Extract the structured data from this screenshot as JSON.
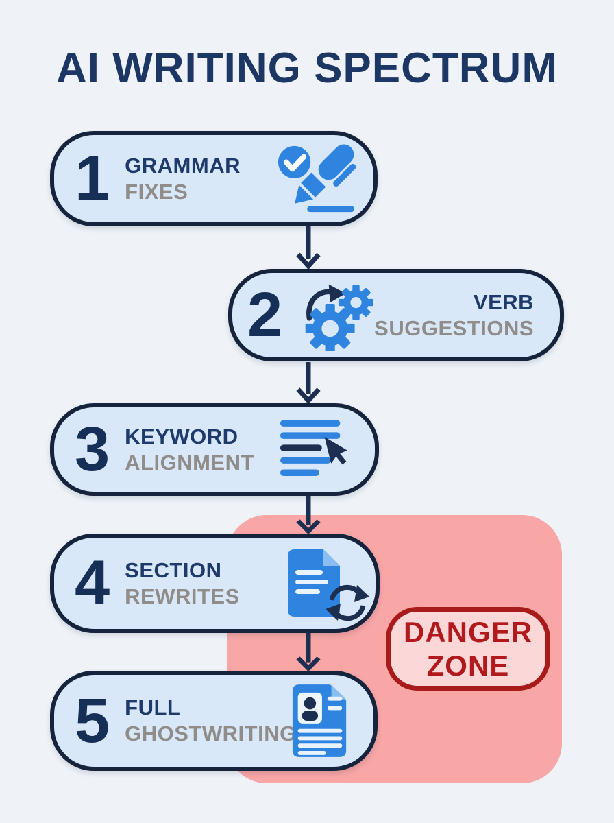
{
  "title": "AI WRITING SPECTRUM",
  "steps": [
    {
      "number": "1",
      "label_primary": "GRAMMAR",
      "label_secondary": "FIXES",
      "icon": "pen-check-icon"
    },
    {
      "number": "2",
      "label_primary": "VERB",
      "label_secondary": "SUGGESTIONS",
      "icon": "gears-icon"
    },
    {
      "number": "3",
      "label_primary": "KEYWORD",
      "label_secondary": "ALIGNMENT",
      "icon": "text-lines-cursor-icon"
    },
    {
      "number": "4",
      "label_primary": "SECTION",
      "label_secondary": "REWRITES",
      "icon": "document-refresh-icon"
    },
    {
      "number": "5",
      "label_primary": "FULL",
      "label_secondary": "GHOSTWRITING",
      "icon": "resume-document-icon"
    }
  ],
  "danger_zone": {
    "line1": "DANGER",
    "line2": "ZONE"
  },
  "colors": {
    "background": "#eff3f8",
    "box_fill": "#d9e8f8",
    "box_border": "#16233d",
    "title_navy": "#1d3765",
    "number_navy": "#152f56",
    "label_navy": "#1d3a6b",
    "label_gray": "#8f8c89",
    "icon_blue": "#2f84e0",
    "icon_blue_light": "#8abdf0",
    "arrow_navy": "#1d2f50",
    "danger_zone_fill": "#f8a6a6",
    "danger_badge_fill": "#fbd7d7",
    "danger_red": "#b2191d",
    "danger_border": "#a81b1b"
  }
}
